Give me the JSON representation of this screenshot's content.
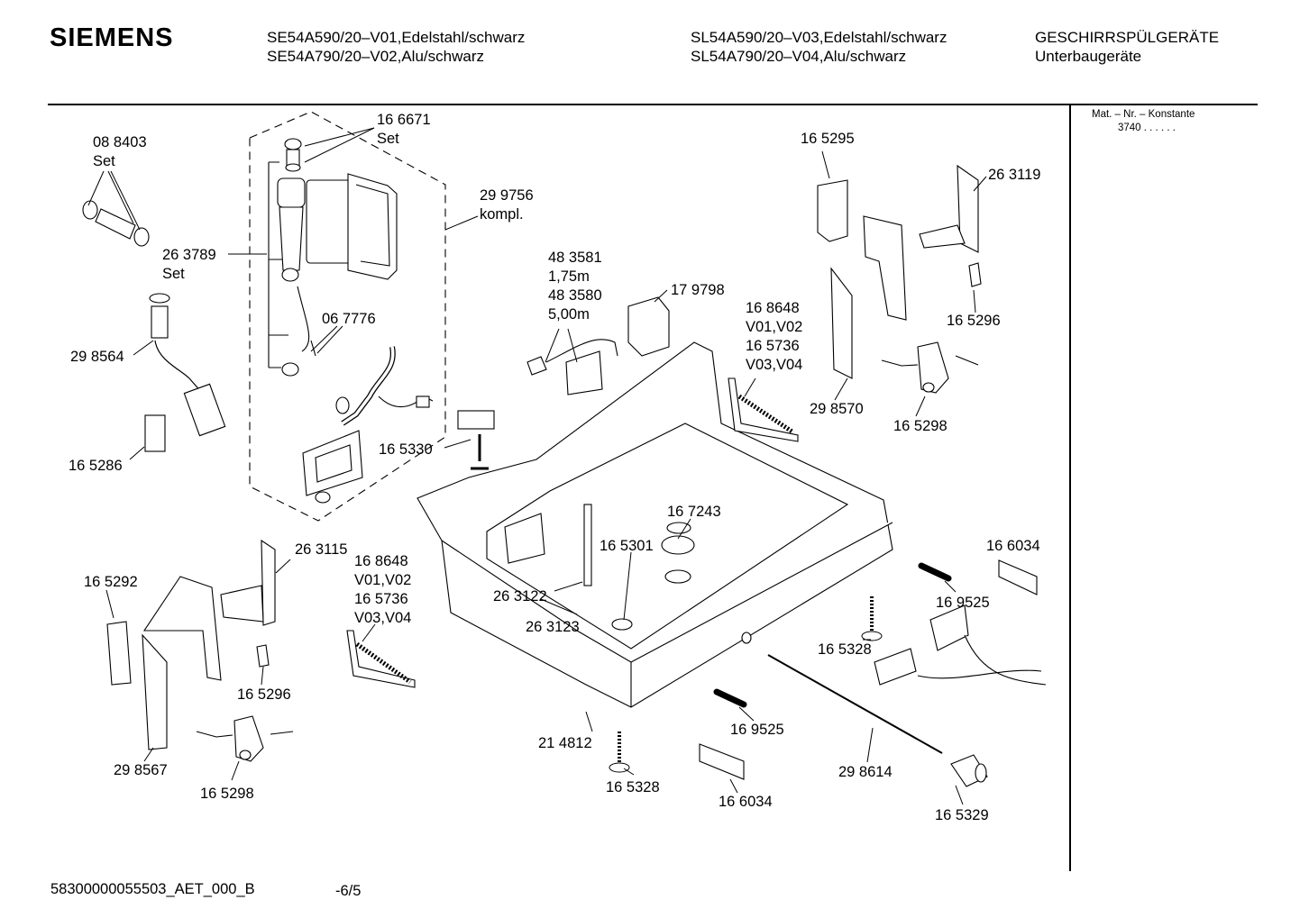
{
  "header": {
    "brand": "SIEMENS",
    "model_line_1": "SE54A590/20–V01,Edelstahl/schwarz",
    "model_line_2": "SE54A790/20–V02,Alu/schwarz",
    "model_line_3": "SL54A590/20–V03,Edelstahl/schwarz",
    "model_line_4": "SL54A790/20–V04,Alu/schwarz",
    "category": "GESCHIRRSPÜLGERÄTE",
    "subcategory": "Unterbaugeräte"
  },
  "sidebar": {
    "mat_label": "Mat. – Nr. – Konstante",
    "mat_value": "3740  .  .  .  .  .  ."
  },
  "parts": {
    "p088403": "08 8403",
    "set1": "Set",
    "p166671": "16 6671",
    "set2": "Set",
    "p299756": "29 9756",
    "kompl": "kompl.",
    "p263789": "26 3789",
    "set3": "Set",
    "p298564": "29 8564",
    "p067776": "06 7776",
    "p165286": "16 5286",
    "p483581": "48 3581",
    "len175": "1,75m",
    "p483580": "48 3580",
    "len500": "5,00m",
    "p179798": "17 9798",
    "p165330": "16 5330",
    "p165295": "16 5295",
    "p263119": "26 3119",
    "p165296a": "16 5296",
    "p168648a": "16 8648",
    "v0102a": "V01,V02",
    "p165736a": "16 5736",
    "v0304a": "V03,V04",
    "p298570": "29 8570",
    "p165298a": "16 5298",
    "p167243": "16 7243",
    "p165301": "16 5301",
    "p166034a": "16 6034",
    "p263115": "26 3115",
    "p165292": "16 5292",
    "p168648b": "16 8648",
    "v0102b": "V01,V02",
    "p165736b": "16 5736",
    "v0304b": "V03,V04",
    "p263122": "26 3122",
    "p263123": "26 3123",
    "p169525a": "16 9525",
    "p165328a": "16 5328",
    "p165296b": "16 5296",
    "p298567": "29 8567",
    "p165298b": "16 5298",
    "p214812": "21 4812",
    "p169525b": "16 9525",
    "p165328b": "16 5328",
    "p166034b": "16 6034",
    "p298614": "29 8614",
    "p165329": "16 5329"
  },
  "footer": {
    "doc_id": "58300000055503_AET_000_B",
    "page": "-6/5"
  }
}
